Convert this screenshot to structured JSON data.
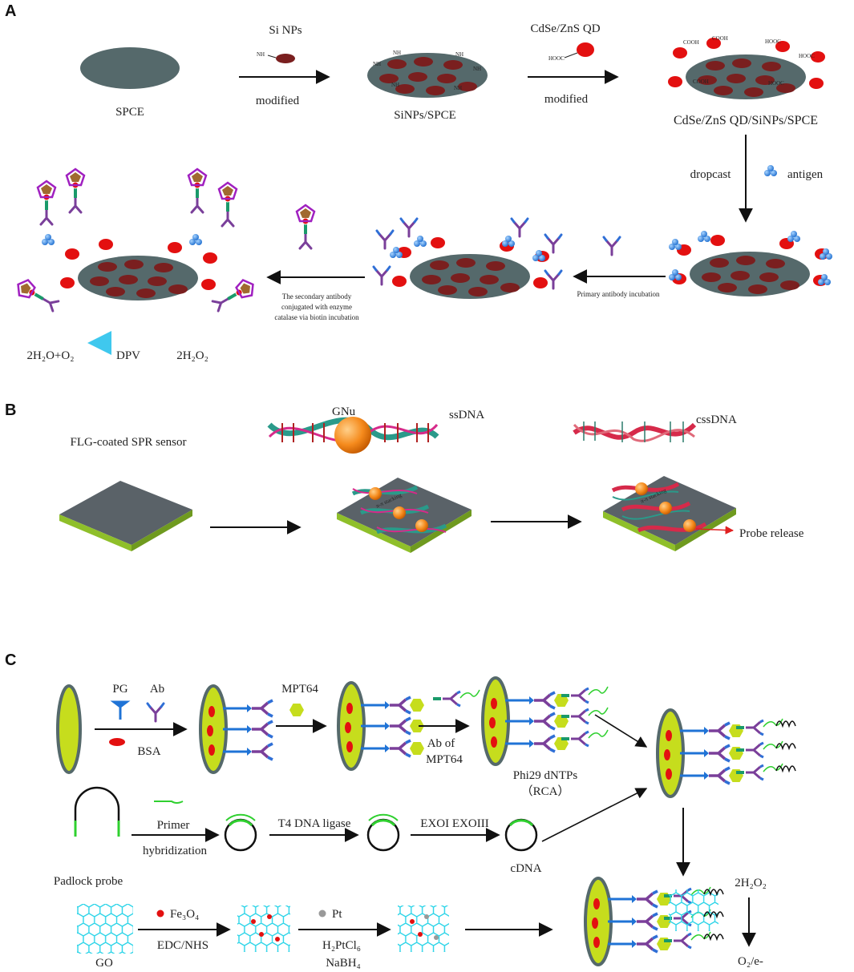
{
  "panels": {
    "a": {
      "label": "A",
      "spce": "SPCE",
      "si_nps": "Si NPs",
      "nh": "NH",
      "cooh": "COOH",
      "hooc": "HOOC",
      "modified_1": "modified",
      "sinps_spce": "SiNPs/SPCE",
      "qd_reagent": "CdSe/ZnS QD",
      "modified_2": "modified",
      "qd_electrode": "CdSe/ZnS QD/SiNPs/SPCE",
      "dropcast": "dropcast",
      "antigen": "antigen",
      "primary": "Primary antibody incubation",
      "secondary_1": "The secondary antibody",
      "secondary_2": "conjugated with enzyme",
      "secondary_3": "catalase via biotin incubation",
      "product": "2H₂O+O₂",
      "dpv": "DPV",
      "substrate": "2H₂O₂"
    },
    "b": {
      "label": "B",
      "sensor": "FLG-coated SPR sensor",
      "gnu": "GNu",
      "ssdna": "ssDNA",
      "cssdna": "cssDNA",
      "stacking": "π-π stacking",
      "release": "Probe release"
    },
    "c": {
      "label": "C",
      "pg": "PG",
      "ab": "Ab",
      "bsa": "BSA",
      "mpt64": "MPT64",
      "ab_of": "Ab of",
      "ab_of_2": "MPT64",
      "phi29": "Phi29 dNTPs",
      "rca": "（RCA）",
      "primer": "Primer",
      "hybridization": "hybridization",
      "padlock": "Padlock probe",
      "t4": "T4 DNA ligase",
      "exo": "EXOI EXOIII",
      "cdna": "cDNA",
      "fe3o4": "Fe₃O₄",
      "edc": "EDC/NHS",
      "pt": "Pt",
      "h2ptcl6": "H₂PtCl₆",
      "nabh4": "NaBH₄",
      "go": "GO",
      "h2o2": "2H₂O₂",
      "o2e": "O₂/e-"
    }
  },
  "colors": {
    "electrode": "#55696b",
    "np": "#7a1f1f",
    "qd": "#e31010",
    "antigen": "#2f7fd6",
    "antibody": "#7a3f9a",
    "enzyme": "#a020c0",
    "disc": "#c6dd1d",
    "green": "#2fd02f",
    "graphene": "#2ad4e8",
    "plate": "#5a6268",
    "plate_base": "#8fbf2a",
    "dpv_arrow": "#2f6fe0"
  }
}
